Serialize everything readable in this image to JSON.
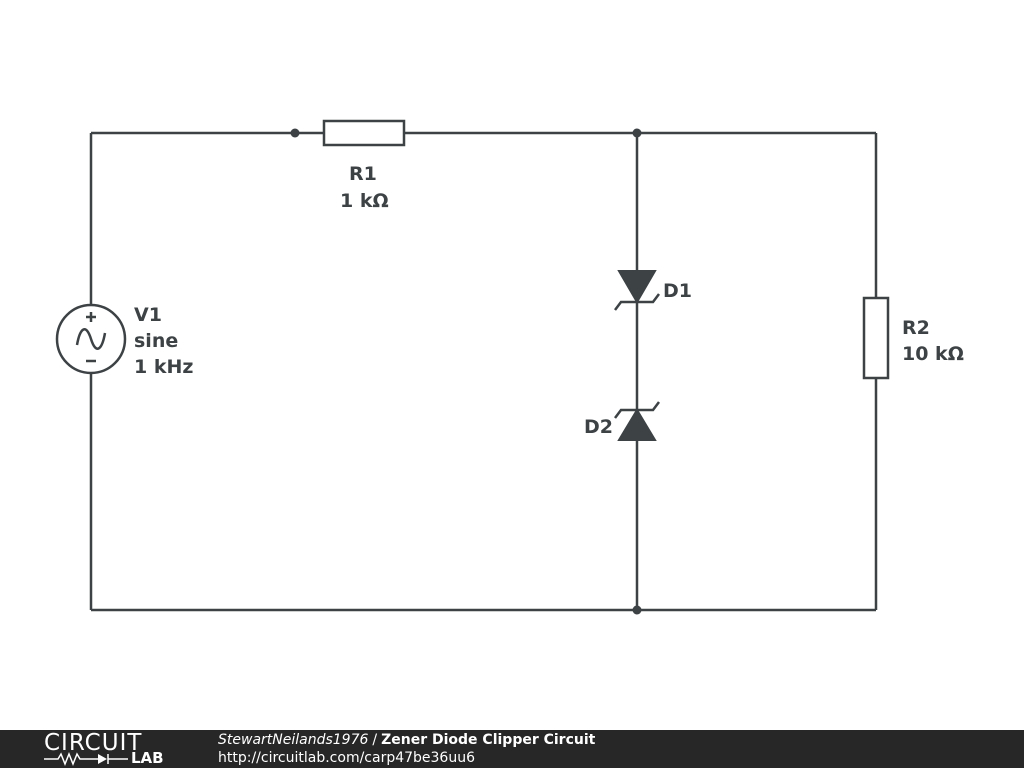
{
  "components": {
    "r1": {
      "name": "R1",
      "value": "1 kΩ"
    },
    "r2": {
      "name": "R2",
      "value": "10 kΩ"
    },
    "v1": {
      "name": "V1",
      "type": "sine",
      "frequency": "1 kHz"
    },
    "d1": {
      "name": "D1"
    },
    "d2": {
      "name": "D2"
    }
  },
  "footer": {
    "author": "StewartNeilands1976",
    "separator": "/",
    "title": "Zener Diode Clipper Circuit",
    "url": "http://circuitlab.com/carp47be36uu6",
    "logo_top": "CIRCUIT",
    "logo_bottom": "LAB"
  },
  "colors": {
    "wire": "#3d4245",
    "footer_bg": "#272727",
    "footer_text": "#ffffff"
  }
}
